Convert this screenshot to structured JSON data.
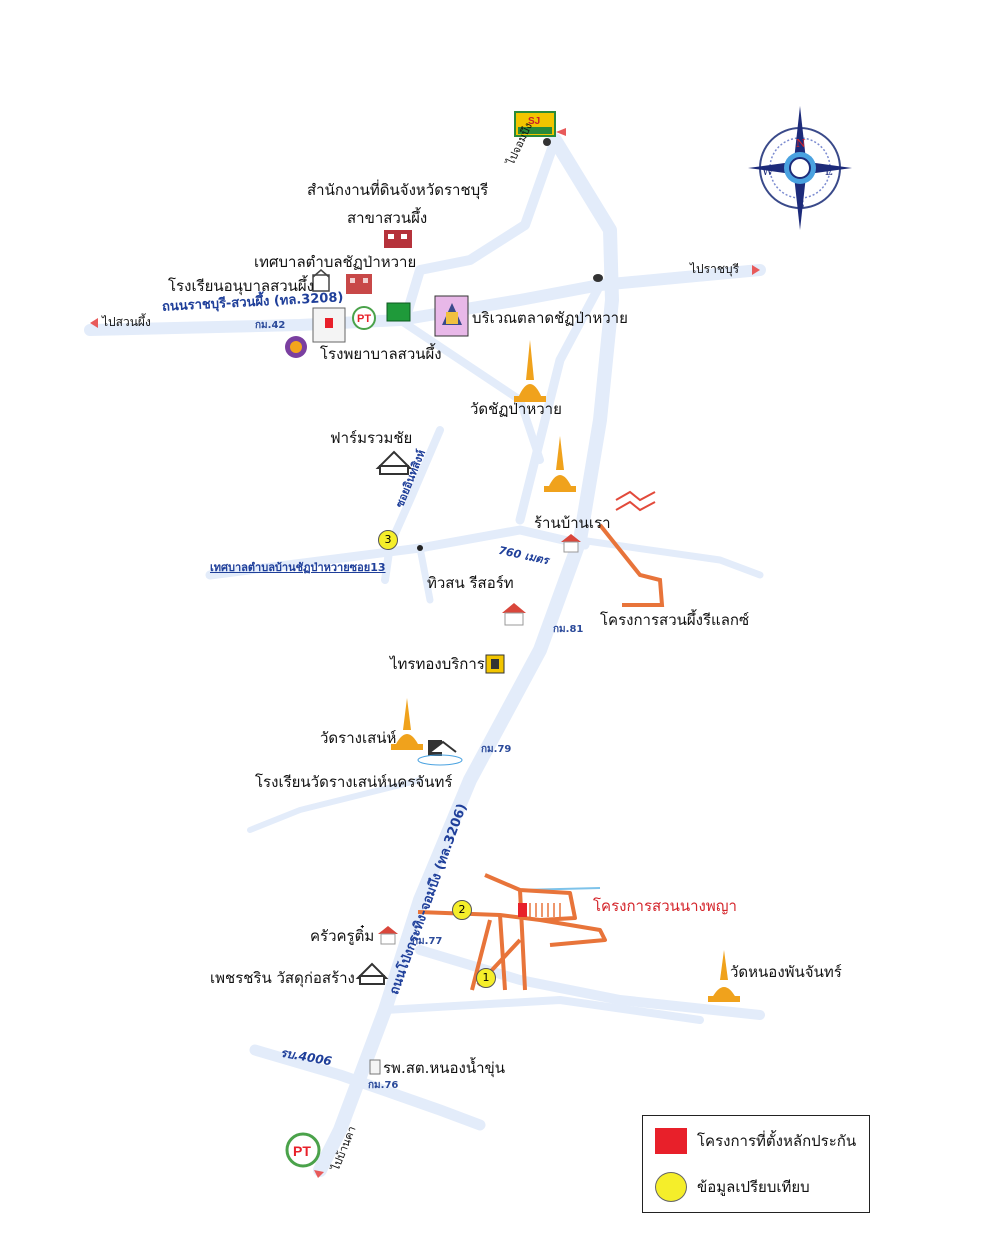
{
  "labels": {
    "to_om_bueng": "ไปจอมบึง",
    "land_office_1": "สำนักงานที่ดินจังหวัดราชบุรี",
    "land_office_2": "สาขาสวนผึ้ง",
    "to_ratchaburi": "ไปราชบุรี",
    "municipality": "เทศบาลตำบลชัฏป่าหวาย",
    "kindergarten": "โรงเรียนอนุบาลสวนผึ้ง",
    "to_suan_phueng": "ไปสวนผึ้ง",
    "road_3208": "ถนนราชบุรี-สวนผึ้ง (ทล.3208)",
    "km42": "กม.42",
    "market": "บริเวณตลาดชัฏป่าหวาย",
    "hospital": "โรงพยาบาลสวนผึ้ง",
    "wat_chat_pa_wai": "วัดชัฏป่าหวาย",
    "farm": "ฟาร์มรวมชัย",
    "soi_road": "ซอยอินทสิงห์",
    "shop_ban_rao": "ร้านบ้านเรา",
    "distance_760": "760 เมตร",
    "soi13": "เทศบาลตำบลบ้านชัฏป่าหวายซอย13",
    "resort": "ทิวสน รีสอร์ท",
    "project_relax": "โครงการสวนผึ้งรีแลกซ์",
    "km81": "กม.81",
    "gas_station": "ไทรทองบริการ",
    "wat_rang_sane": "วัดรางเสน่ห์",
    "km79": "กม.79",
    "school": "โรงเรียนวัดรางเสน่ห์นครจันทร์",
    "road_3206": "ถนนโป่งกระทิง-จอมบึง (ทล.3206)",
    "project_nang_phaya": "โครงการสวนนางพญา",
    "restaurant": "ครัวครูติ๋ม",
    "km77": "กม.77",
    "wat_nong_phan_chan": "วัดหนองพันจันทร์",
    "hardware": "เพชรชริน วัสดุก่อสร้าง",
    "road_4006": "รบ.4006",
    "health_center": "รพ.สต.หนองน้ำขุ่น",
    "km76": "กม.76",
    "to_ban_kha": "ไปบ้านคา"
  },
  "markers": {
    "m1": "1",
    "m2": "2",
    "m3": "3"
  },
  "compass": {
    "n": "N",
    "s": "S",
    "e": "E",
    "w": "W"
  },
  "legend": {
    "collateral": "โครงการที่ตั้งหลักประกัน",
    "comparison": "ข้อมูลเปรียบเทียบ"
  },
  "colors": {
    "road": "#e3ecfa",
    "project_outline": "#e8743a",
    "collateral": "#e8202a",
    "comparison": "#f5ee2a",
    "pagoda": "#f0a21c",
    "label_blue": "#1f3f9a"
  }
}
